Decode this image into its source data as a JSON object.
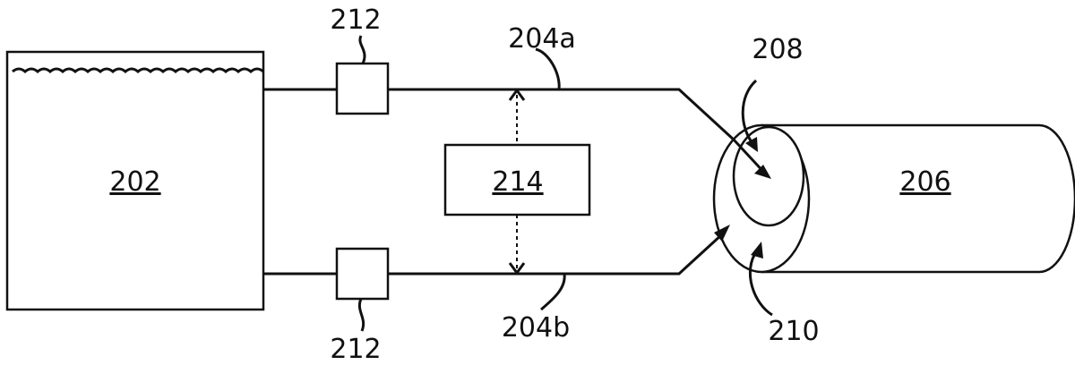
{
  "labels": {
    "tank": "202",
    "tube": "206",
    "inner_lumen": "208",
    "outer_lumen": "210",
    "line_upper": "204a",
    "line_lower": "204b",
    "valve_upper": "212",
    "valve_lower": "212",
    "controller": "214"
  }
}
